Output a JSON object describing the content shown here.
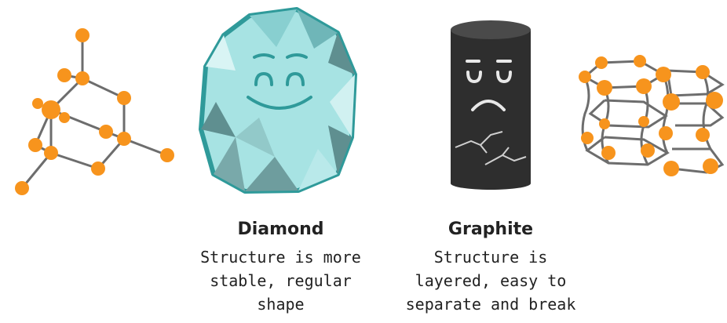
{
  "diamond": {
    "title": "Diamond",
    "description_lines": [
      "Structure is more",
      "stable, regular",
      "shape"
    ]
  },
  "graphite": {
    "title": "Graphite",
    "description_lines": [
      "Structure is",
      "layered, easy to",
      "separate and break"
    ]
  },
  "colors": {
    "atom": "#f7941d",
    "bond": "#6d6d6d",
    "diamond_face": "#a7e3e3",
    "diamond_outline": "#2f9a9a",
    "graphite_body": "#2e2e2e"
  }
}
